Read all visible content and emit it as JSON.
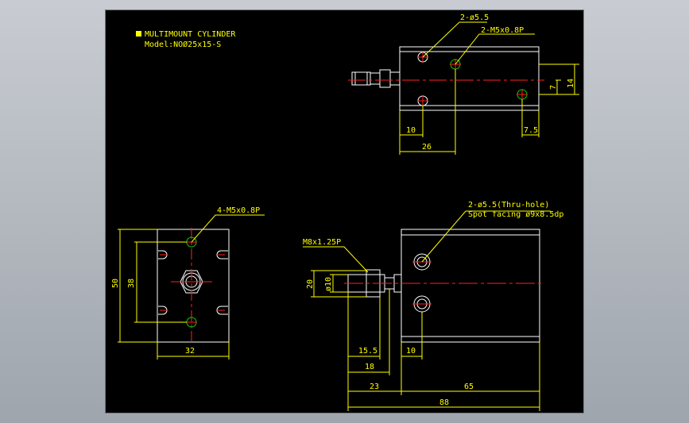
{
  "title_block": {
    "title": "MULTIMOUNT CYLINDER",
    "model": "Model:NOØ25x15-S"
  },
  "top_view": {
    "callout_thru": "2-ø5.5",
    "callout_tap": "2-M5x0.8P",
    "dim_14": "14",
    "dim_7": "7",
    "dim_10": "10",
    "dim_7_5": "7.5",
    "dim_26": "26"
  },
  "end_view": {
    "callout_tap": "4-M5x0.8P",
    "dim_50": "50",
    "dim_38": "38",
    "dim_32": "32"
  },
  "side_view": {
    "callout_thru_1": "2-ø5.5(Thru-hole)",
    "callout_thru_2": "Spot facing ø9x8.5dp",
    "thread": "M8x1.25P",
    "dim_20": "20",
    "dim_rod": "ø10",
    "dim_15_5": "15.5",
    "dim_10": "10",
    "dim_18": "18",
    "dim_23": "23",
    "dim_65": "65",
    "dim_88": "88"
  },
  "colors": {
    "background": "#000000",
    "outline": "#ffffff",
    "dimension": "#ffff00",
    "centerline": "#ff2020",
    "hole": "#00d000"
  }
}
